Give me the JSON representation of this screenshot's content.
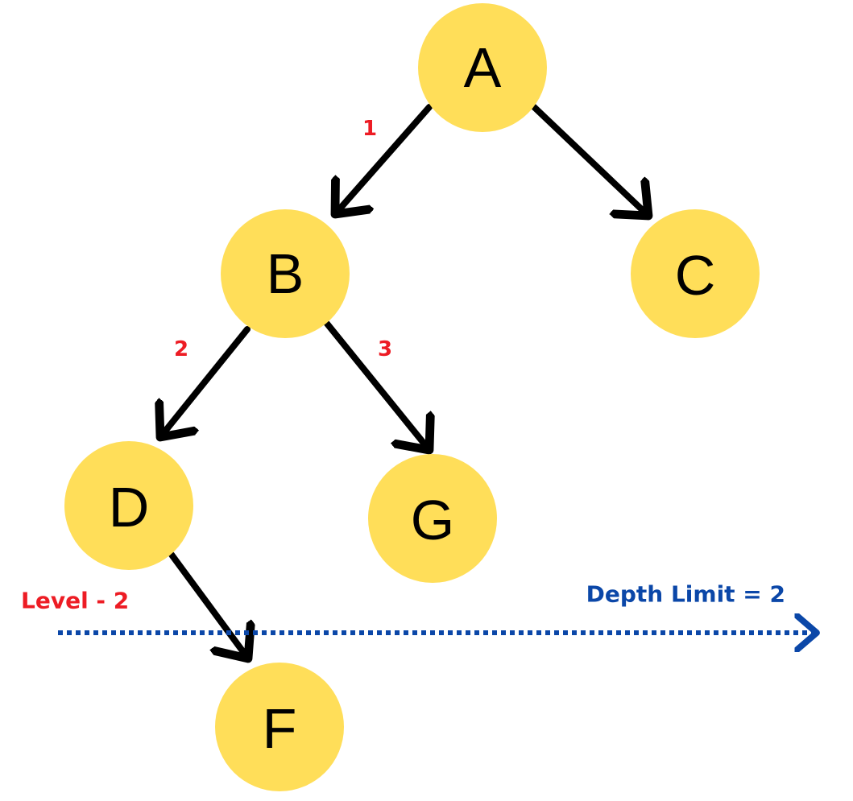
{
  "nodes": {
    "a": "A",
    "b": "B",
    "c": "C",
    "d": "D",
    "g": "G",
    "f": "F"
  },
  "traversal_order": {
    "a_to_b": "1",
    "b_to_d": "2",
    "b_to_g": "3"
  },
  "annotations": {
    "level": "Level - 2",
    "depth_limit": "Depth Limit = 2"
  },
  "colors": {
    "node_fill": "#FFDE59",
    "edge": "#000000",
    "order_label": "#ED1C24",
    "level_label": "#ED1C24",
    "depth_limit": "#0B47A8"
  }
}
